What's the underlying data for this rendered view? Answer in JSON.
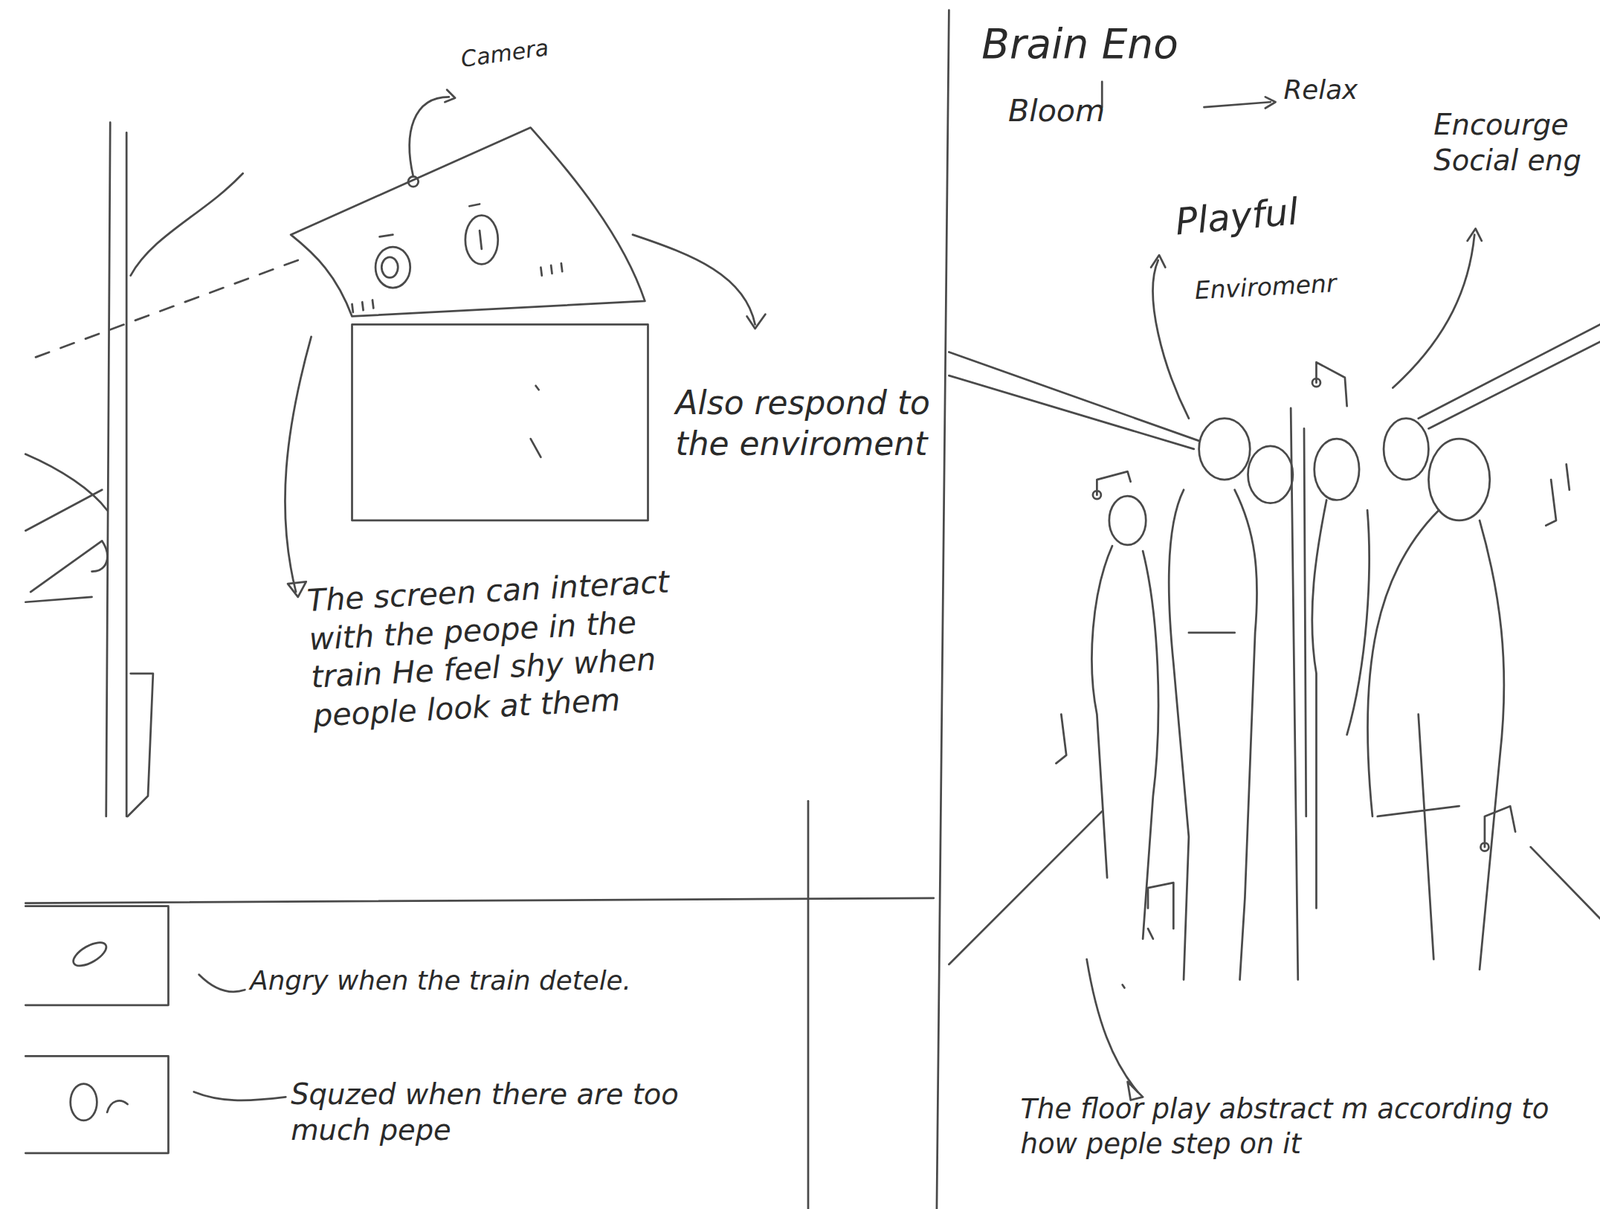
{
  "diagram": {
    "labels": [
      "Camera",
      "Also respond to the enviroment",
      "The screen can interact with the peope in the train He feel shy when people look at them",
      "Angry when the train detele.",
      "Squzed when there are too much pepe",
      "Brain Eno",
      "Bloom",
      "Relax",
      "Playful",
      "Enviromenr",
      "Encourge Social eng",
      "The floor play abstract m according to how peple step on it"
    ]
  }
}
